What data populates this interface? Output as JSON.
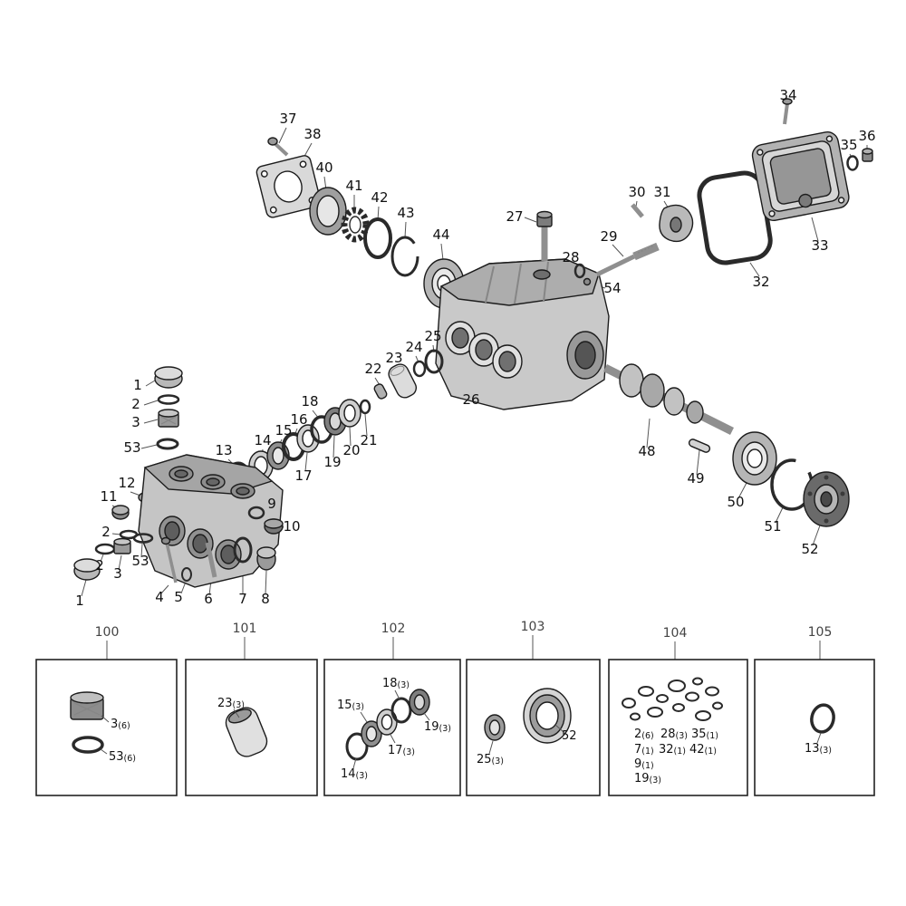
{
  "callouts": {
    "c37": "37",
    "c38": "38",
    "c40": "40",
    "c41": "41",
    "c42": "42",
    "c43": "43",
    "c44": "44",
    "c34": "34",
    "c35": "35",
    "c36": "36",
    "c33": "33",
    "c32": "32",
    "c30": "30",
    "c31": "31",
    "c29": "29",
    "c27": "27",
    "c28": "28",
    "c54": "54",
    "c26": "26",
    "c25": "25",
    "c24": "24",
    "c23": "23",
    "c22": "22",
    "c21": "21",
    "c20": "20",
    "c19": "19",
    "c18": "18",
    "c17": "17",
    "c16": "16",
    "c15": "15",
    "c14": "14",
    "c13": "13",
    "c48": "48",
    "c49": "49",
    "c50": "50",
    "c51": "51",
    "c52": "52",
    "c1a": "1",
    "c2a": "2",
    "c3a": "3",
    "c53a": "53",
    "c12": "12",
    "c11": "11",
    "c2b": "2",
    "c9": "9",
    "c10": "10",
    "c1b": "1",
    "c2c": "2",
    "c3b": "3",
    "c53b": "53",
    "c4": "4",
    "c5": "5",
    "c6": "6",
    "c7": "7",
    "c8": "8"
  },
  "kits": {
    "k100": {
      "number": "100",
      "items": {
        "v3": {
          "part": "3",
          "qty": "(6)"
        },
        "v53": {
          "part": "53",
          "qty": "(6)"
        }
      }
    },
    "k101": {
      "number": "101",
      "items": {
        "v23": {
          "part": "23",
          "qty": "(3)"
        }
      }
    },
    "k102": {
      "number": "102",
      "items": {
        "v18": {
          "part": "18",
          "qty": "(3)"
        },
        "v15": {
          "part": "15",
          "qty": "(3)"
        },
        "v19": {
          "part": "19",
          "qty": "(3)"
        },
        "v17": {
          "part": "17",
          "qty": "(3)"
        },
        "v14": {
          "part": "14",
          "qty": "(3)"
        }
      }
    },
    "k103": {
      "number": "103",
      "items": {
        "v25": {
          "part": "25",
          "qty": "(3)"
        },
        "v52": {
          "part": "52",
          "qty": ""
        }
      }
    },
    "k104": {
      "number": "104",
      "items": {
        "v2": {
          "part": "2",
          "qty": "(6)"
        },
        "v28": {
          "part": "28",
          "qty": "(3)"
        },
        "v35": {
          "part": "35",
          "qty": "(1)"
        },
        "v7": {
          "part": "7",
          "qty": "(1)"
        },
        "v32": {
          "part": "32",
          "qty": "(1)"
        },
        "v42": {
          "part": "42",
          "qty": "(1)"
        },
        "v9": {
          "part": "9",
          "qty": "(1)"
        },
        "v19": {
          "part": "19",
          "qty": "(3)"
        }
      }
    },
    "k105": {
      "number": "105",
      "items": {
        "v13": {
          "part": "13",
          "qty": "(3)"
        }
      }
    }
  }
}
